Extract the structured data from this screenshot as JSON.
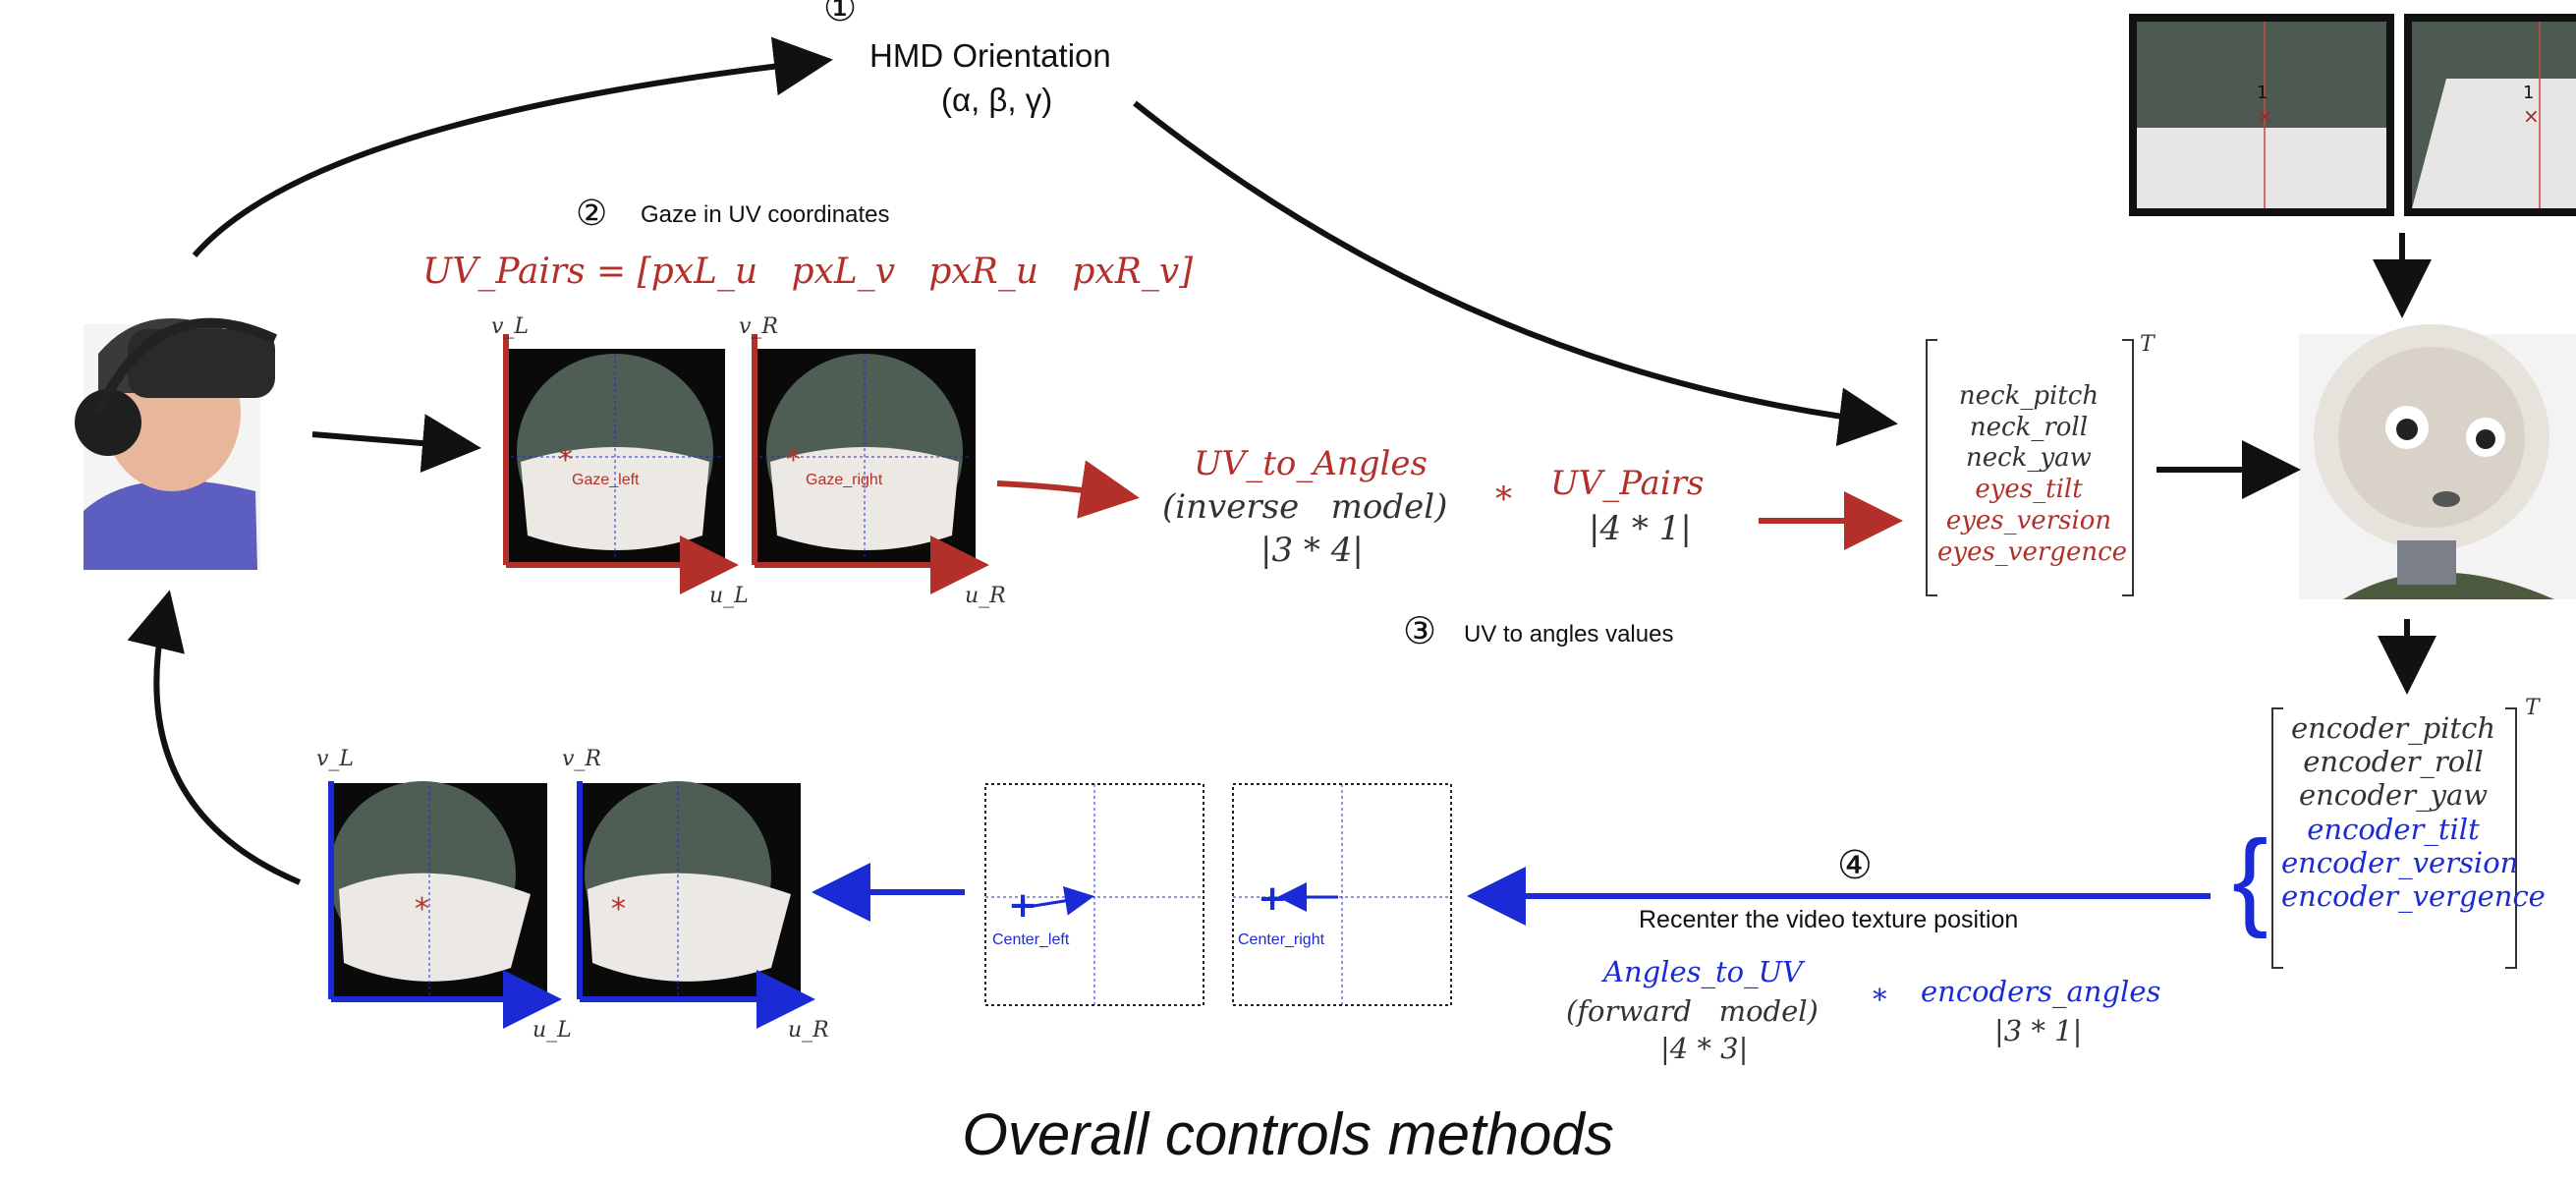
{
  "title": "Overall controls methods",
  "step1": {
    "num": "①",
    "label": "HMD Orientation",
    "vars": "(α, β, γ)"
  },
  "step2": {
    "num": "②",
    "label": "Gaze in UV coordinates",
    "formula": "UV_Pairs = [pxL_u   pxL_v   pxR_u   pxR_v]"
  },
  "step3": {
    "num": "③",
    "label": "UV to angles values"
  },
  "step4": {
    "num": "④",
    "label": "Recenter the video texture position"
  },
  "top_cams": {
    "axis_vl": "v_L",
    "axis_vr": "v_R",
    "axis_ul": "u_L",
    "axis_ur": "u_R",
    "gaze_left": "Gaze_left",
    "gaze_right": "Gaze_right"
  },
  "bottom_cams": {
    "axis_vl": "v_L",
    "axis_vr": "v_R",
    "axis_ul": "u_L",
    "axis_ur": "u_R"
  },
  "grids": {
    "center_left": "Center_left",
    "center_right": "Center_right"
  },
  "inverse": {
    "name": "UV_to_Angles",
    "model": "(inverse   model)",
    "dims": "|3 * 4|",
    "op": "*",
    "pairs": "UV_Pairs",
    "pairs_dims": "|4 * 1|"
  },
  "forward": {
    "name": "Angles_to_UV",
    "model": "(forward   model)",
    "dims": "|4 * 3|",
    "op": "*",
    "enc": "encoders_angles",
    "enc_dims": "|3 * 1|"
  },
  "neck_vector": {
    "rows": [
      "neck_pitch",
      "neck_roll",
      "neck_yaw",
      "eyes_tilt",
      "eyes_version",
      "eyes_vergence"
    ],
    "sup": "T"
  },
  "encoder_vector": {
    "rows": [
      "encoder_pitch",
      "encoder_roll",
      "encoder_yaw",
      "encoder_tilt",
      "encoder_version",
      "encoder_vergence"
    ],
    "sup": "T"
  },
  "colors": {
    "red": "#b3302a",
    "blue": "#1a2bd6",
    "black": "#111111"
  }
}
